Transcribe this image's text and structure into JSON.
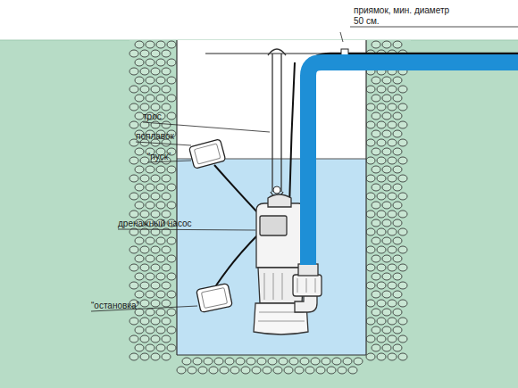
{
  "diagram": {
    "labels": [
      "приямок, мин. диаметр 50 см.",
      "трос",
      "поплавок",
      "“пуск”",
      "дренажный насос",
      "“остановка”"
    ]
  }
}
